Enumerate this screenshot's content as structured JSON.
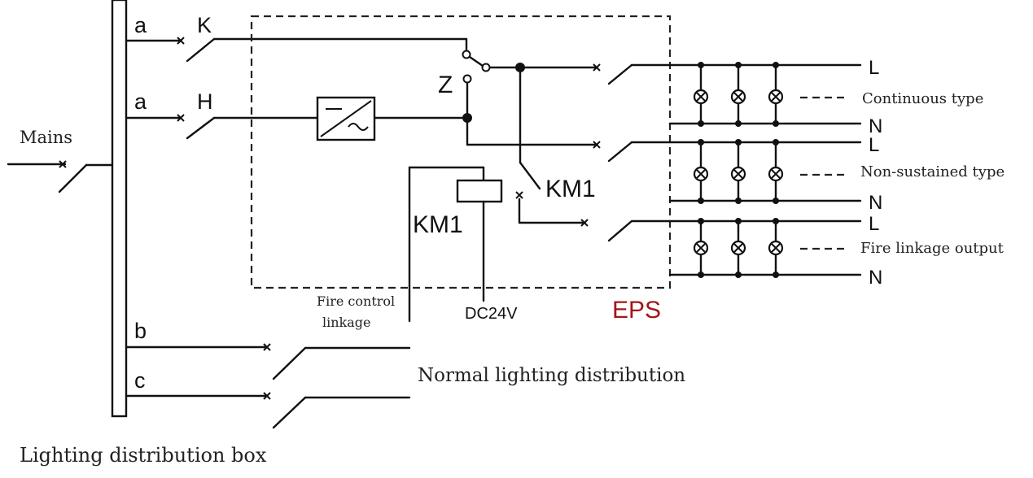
{
  "labels": {
    "mains": "Mains",
    "branch_a1": "a",
    "branch_a2": "a",
    "branch_b": "b",
    "branch_c": "c",
    "switch_k": "K",
    "switch_h": "H",
    "switch_z": "Z",
    "km1_contact": "KM1",
    "km1_coil": "KM1",
    "fire_control_line1": "Fire control",
    "fire_control_line2": "linkage",
    "dc24v": "DC24V",
    "eps": "EPS",
    "normal_lighting": "Normal lighting distribution",
    "lighting_box": "Lighting distribution box"
  },
  "outputs": [
    {
      "l": "L",
      "n": "N",
      "type": "Continuous type"
    },
    {
      "l": "L",
      "n": "N",
      "type": "Non-sustained type"
    },
    {
      "l": "L",
      "n": "N",
      "type": "Fire linkage output"
    }
  ],
  "colors": {
    "eps": "#a3161a",
    "line": "#111111"
  }
}
